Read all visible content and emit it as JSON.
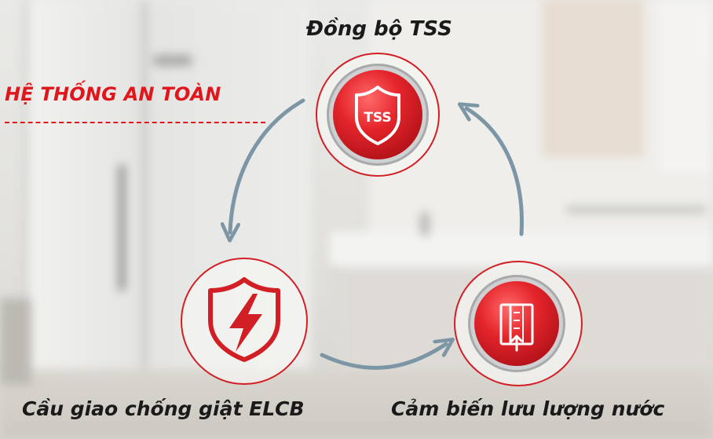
{
  "headline": "HỆ THỐNG AN TOÀN",
  "features": {
    "top": {
      "label": "Đồng bộ TSS",
      "badge_text": "TSS"
    },
    "left": {
      "label": "Cầu giao chống giật ELCB"
    },
    "right": {
      "label": "Cảm biến lưu lượng nước"
    }
  },
  "colors": {
    "accent": "#e0161d",
    "arrow": "#7d96a5",
    "ring": "#d21f26"
  },
  "icons": {
    "top": "shield-tss-icon",
    "left": "shield-lightning-icon",
    "right": "flow-sensor-icon"
  }
}
